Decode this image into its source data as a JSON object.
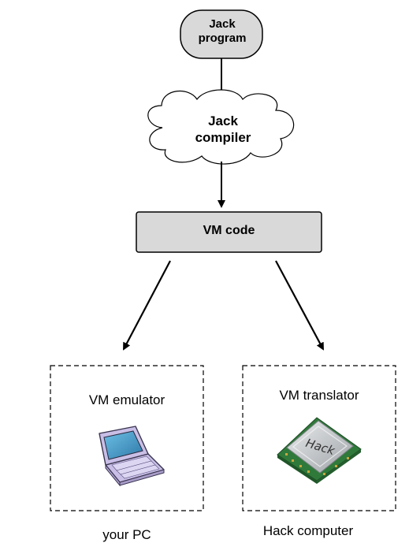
{
  "nodes": {
    "jack_program": {
      "line1": "Jack",
      "line2": "program"
    },
    "jack_compiler": {
      "line1": "Jack",
      "line2": "compiler"
    },
    "vm_code": "VM code",
    "vm_emulator": "VM emulator",
    "vm_translator": "VM translator"
  },
  "chip_text": "Hack",
  "captions": {
    "left": "your PC",
    "right": "Hack computer"
  },
  "colors": {
    "node_fill": "#d9d9d9",
    "stroke": "#000000",
    "laptop_body": "#c9bfe6",
    "laptop_screen": "#3e8fbf",
    "chip_metal": "#c8cacc",
    "chip_board": "#2f7a3a"
  },
  "icons": [
    "laptop-icon",
    "cpu-chip-icon"
  ]
}
